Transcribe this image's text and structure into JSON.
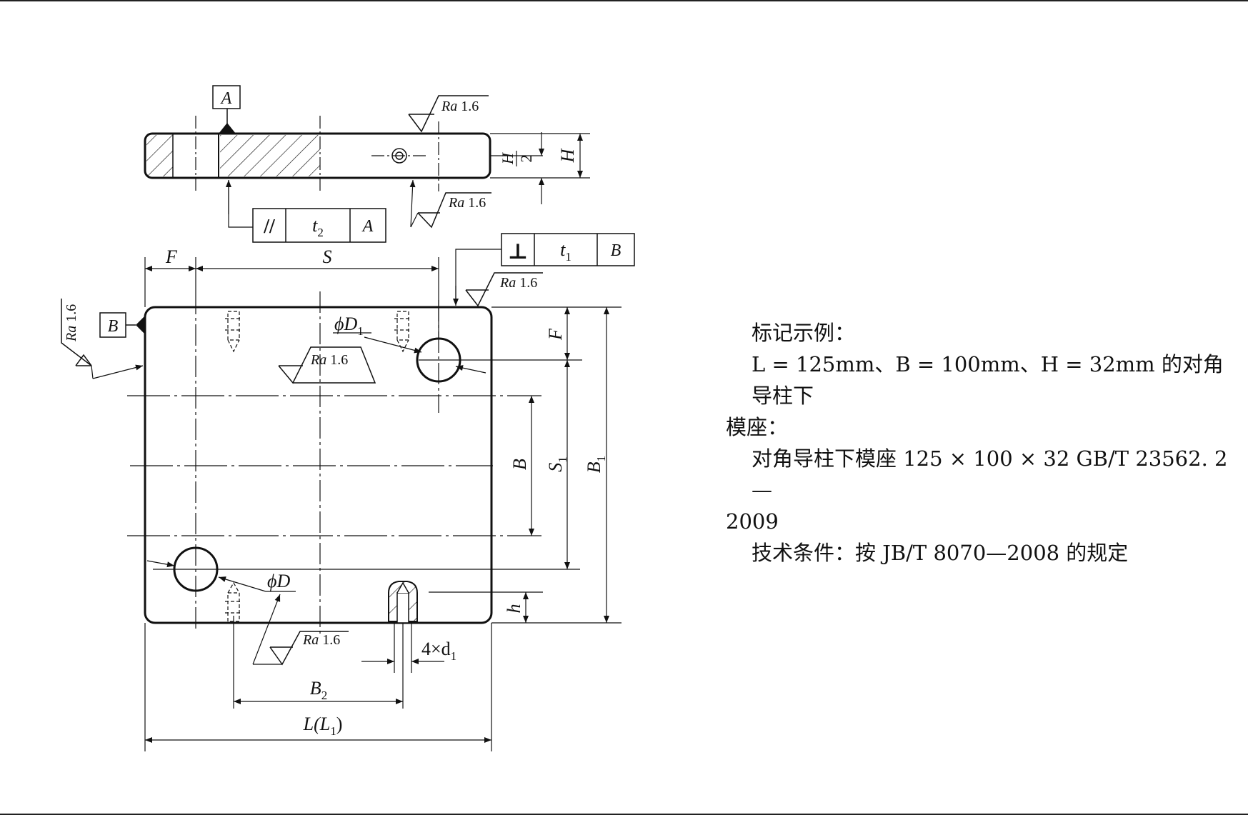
{
  "drawing": {
    "datum_a": "A",
    "datum_b": "B",
    "ra": "Ra",
    "ra_value": "1.6",
    "dims": {
      "H": "H",
      "H_half_num": "H",
      "H_half_den": "2",
      "F": "F",
      "S": "S",
      "B": "B",
      "S1": "S",
      "S1_sub": "1",
      "B1": "B",
      "B1_sub": "1",
      "phiD1": "ϕD",
      "phiD1_sub": "1",
      "phiD": "ϕD",
      "h": "h",
      "four_d1": "4×d",
      "four_d1_sub": "1",
      "B2": "B",
      "B2_sub": "2",
      "L": "L(L",
      "L_sub": "1",
      "L_close": ")"
    },
    "tolerance_parallel": {
      "symbol": "//",
      "value": "t",
      "value_sub": "2",
      "datum": "A"
    },
    "tolerance_perpendicular": {
      "symbol": "⊥",
      "value": "t",
      "value_sub": "1",
      "datum": "B"
    }
  },
  "notes": {
    "heading": "标记示例：",
    "line1": "L = 125mm、B = 100mm、H = 32mm 的对角导柱下",
    "line1b": "模座：",
    "line2": "对角导柱下模座 125 × 100 × 32 GB/T 23562. 2—",
    "line2b": "2009",
    "line3": "技术条件：按 JB/T 8070—2008 的规定"
  }
}
